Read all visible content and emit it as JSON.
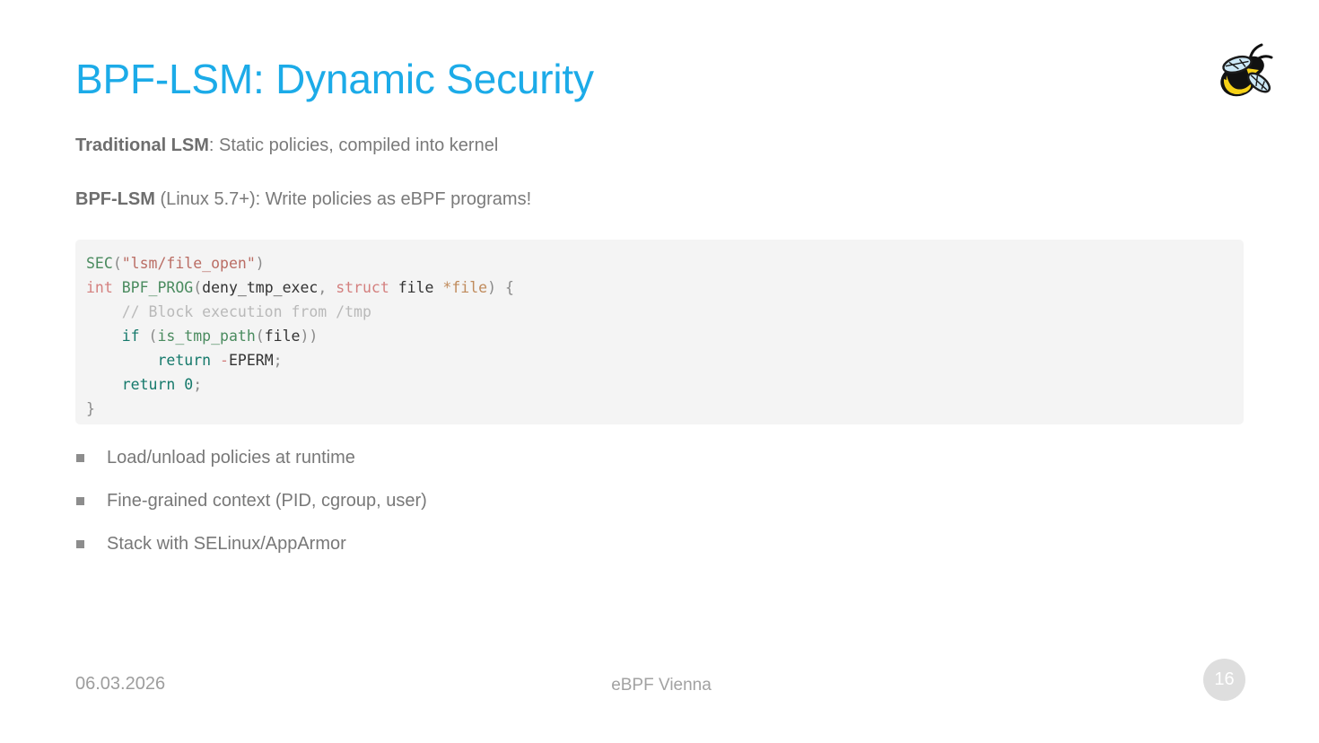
{
  "slide": {
    "title": "BPF-LSM: Dynamic Security",
    "accent_color": "#1cabe8",
    "background_color": "#ffffff",
    "logo_icon": "bee-icon"
  },
  "paragraphs": [
    {
      "lead": "Traditional LSM",
      "rest": ": Static policies, compiled into kernel"
    },
    {
      "lead": "BPF-LSM",
      "rest": " (Linux 5.7+): Write policies as eBPF programs!"
    }
  ],
  "code": {
    "language": "c",
    "background_color": "#f4f4f4",
    "lines": [
      [
        {
          "t": "SEC",
          "c": "t-fn"
        },
        {
          "t": "(",
          "c": "t-punc"
        },
        {
          "t": "\"lsm/file_open\"",
          "c": "t-str"
        },
        {
          "t": ")",
          "c": "t-punc"
        }
      ],
      [
        {
          "t": "int",
          "c": "t-kw"
        },
        {
          "t": " ",
          "c": "t-plain"
        },
        {
          "t": "BPF_PROG",
          "c": "t-fn"
        },
        {
          "t": "(",
          "c": "t-punc"
        },
        {
          "t": "deny_tmp_exec",
          "c": "t-plain"
        },
        {
          "t": ", ",
          "c": "t-punc"
        },
        {
          "t": "struct",
          "c": "t-kw"
        },
        {
          "t": " file ",
          "c": "t-plain"
        },
        {
          "t": "*file",
          "c": "t-var"
        },
        {
          "t": ")",
          "c": "t-punc"
        },
        {
          "t": " {",
          "c": "t-punc"
        }
      ],
      [
        {
          "t": "    // Block execution from /tmp",
          "c": "t-com"
        }
      ],
      [
        {
          "t": "    ",
          "c": "t-plain"
        },
        {
          "t": "if",
          "c": "t-kw2"
        },
        {
          "t": " (",
          "c": "t-punc"
        },
        {
          "t": "is_tmp_path",
          "c": "t-fn"
        },
        {
          "t": "(",
          "c": "t-punc"
        },
        {
          "t": "file",
          "c": "t-plain"
        },
        {
          "t": "))",
          "c": "t-punc"
        }
      ],
      [
        {
          "t": "        ",
          "c": "t-plain"
        },
        {
          "t": "return",
          "c": "t-kw2"
        },
        {
          "t": " ",
          "c": "t-plain"
        },
        {
          "t": "-",
          "c": "t-kw"
        },
        {
          "t": "EPERM",
          "c": "t-plain"
        },
        {
          "t": ";",
          "c": "t-punc"
        }
      ],
      [
        {
          "t": "    ",
          "c": "t-plain"
        },
        {
          "t": "return",
          "c": "t-kw2"
        },
        {
          "t": " ",
          "c": "t-plain"
        },
        {
          "t": "0",
          "c": "t-num"
        },
        {
          "t": ";",
          "c": "t-punc"
        }
      ],
      [
        {
          "t": "}",
          "c": "t-punc"
        }
      ]
    ]
  },
  "bullets": [
    {
      "text": "Load/unload policies at runtime"
    },
    {
      "text": "Fine-grained context (PID, cgroup, user)"
    },
    {
      "text": "Stack with SELinux/AppArmor"
    }
  ],
  "footer": {
    "date": "06.03.2026",
    "event": "eBPF Vienna",
    "page_number": "16"
  }
}
